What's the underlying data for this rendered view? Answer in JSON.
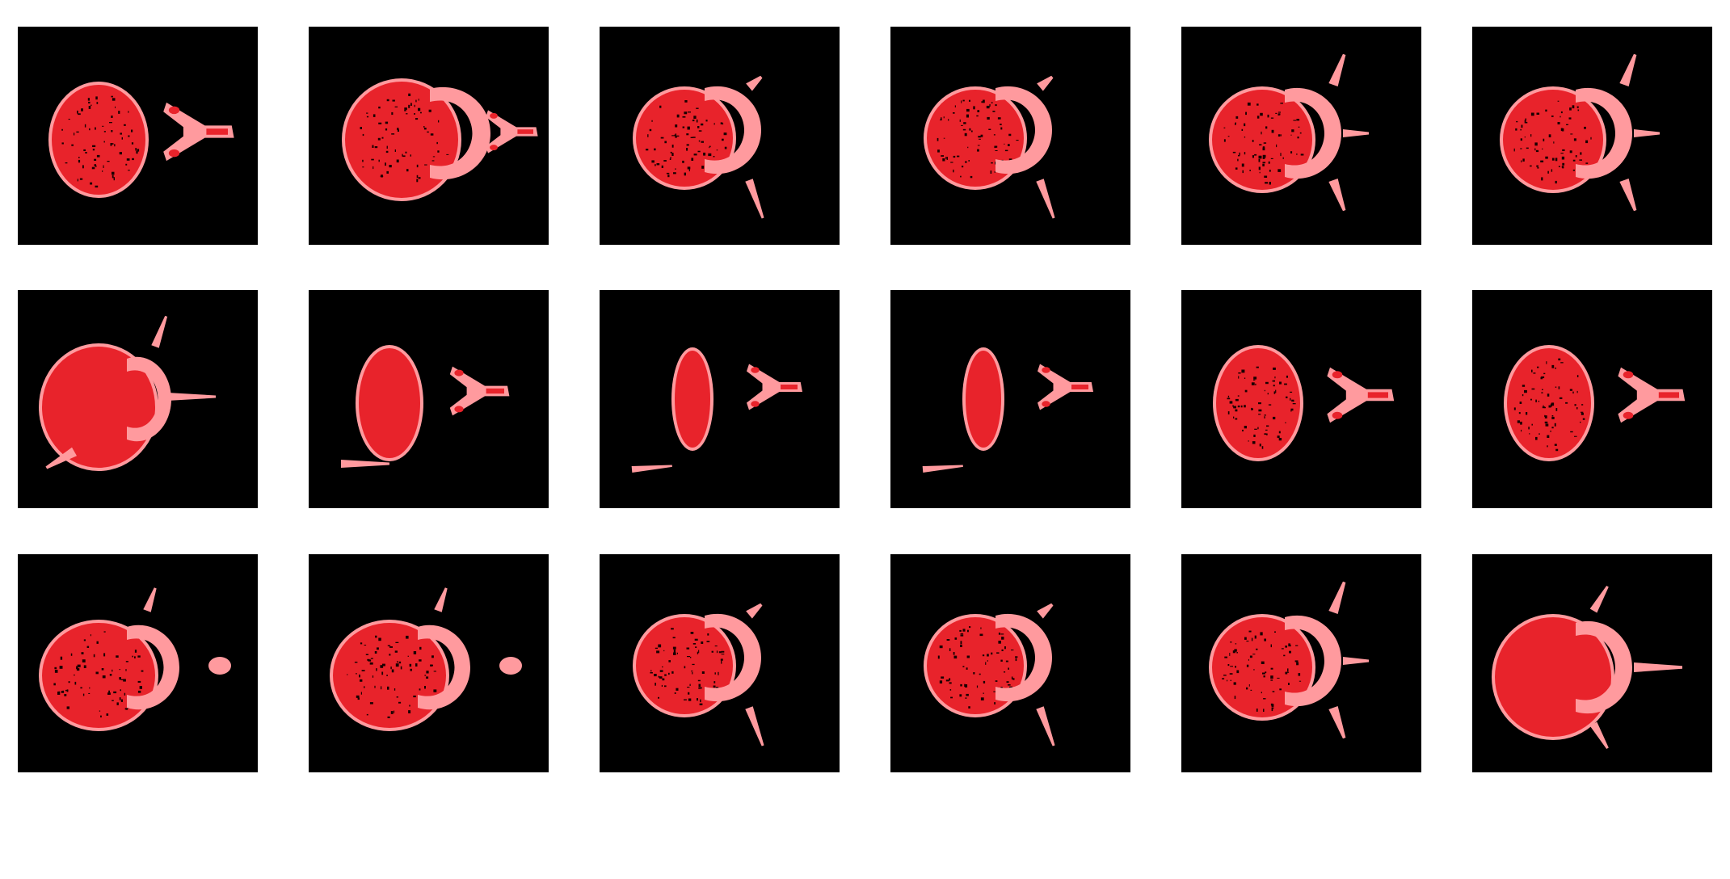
{
  "figure": {
    "panels": [
      {
        "variant": "body-with-process"
      },
      {
        "variant": "body-arch"
      },
      {
        "variant": "body-arch-long"
      },
      {
        "variant": "body-arch-long"
      },
      {
        "variant": "body-arch-spine"
      },
      {
        "variant": "body-arch-spine"
      },
      {
        "variant": "body-arch-ring"
      },
      {
        "variant": "body-thin-process"
      },
      {
        "variant": "fragment-process"
      },
      {
        "variant": "fragment-process"
      },
      {
        "variant": "body-process"
      },
      {
        "variant": "body-process"
      },
      {
        "variant": "body-arch-isle"
      },
      {
        "variant": "body-arch-isle"
      },
      {
        "variant": "body-arch-long"
      },
      {
        "variant": "body-arch-long"
      },
      {
        "variant": "body-arch-spine"
      },
      {
        "variant": "body-arch-spine-smooth"
      }
    ],
    "colors": {
      "background": "#000000",
      "bone_body": "#e8232b",
      "bone_cortex": "#ff9a9e",
      "porosity": "#1a0000"
    }
  }
}
